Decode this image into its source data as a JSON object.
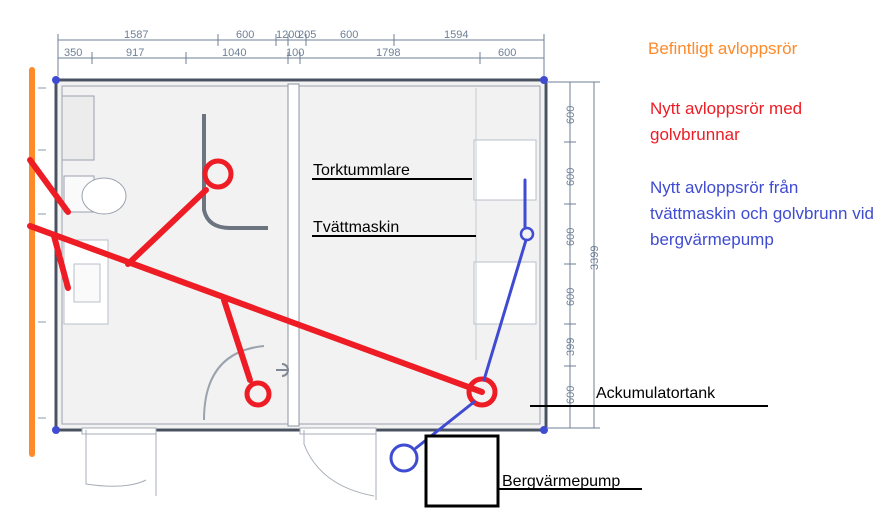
{
  "colors": {
    "existing_pipe": "#ff8a2a",
    "new_pipe_red": "#ee1c24",
    "new_pipe_blue": "#3f4bd1",
    "dimension": "#6f7f97",
    "wall": "#4a5260",
    "floor": "#f2f2f2"
  },
  "legend": {
    "existing": "Befintligt avloppsrör",
    "new_red": "Nytt avloppsrör med golvbrunnar",
    "new_blue": "Nytt avloppsrör från tvättmaskin och golvbrunn vid bergvärmepump"
  },
  "labels": {
    "dryer": "Torktummlare",
    "washer": "Tvättmaskin",
    "tank": "Ackumulatortank",
    "heat_pump": "Bergvärmepump"
  },
  "dimensions": {
    "top_row1": [
      "1587",
      "600",
      "1200",
      "205",
      "600",
      "1594"
    ],
    "top_row2": [
      "350",
      "917",
      "1040",
      "100",
      "1798",
      "600"
    ],
    "right_column": [
      "600",
      "600",
      "600",
      "600",
      "399",
      "600"
    ],
    "right_total": "3399"
  }
}
